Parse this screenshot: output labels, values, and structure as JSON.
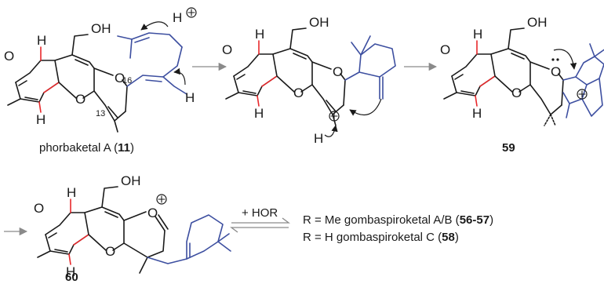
{
  "atoms": {
    "oh": "OH",
    "o": "O",
    "h": "H",
    "c16": "16",
    "c13": "13"
  },
  "labels": {
    "compound_11_name": "phorbaketal A (",
    "compound_11_num": "11",
    "compound_11_close": ")",
    "compound_59": "59",
    "compound_60": "60"
  },
  "reagent": "+ HOR",
  "products": {
    "line1_prefix": "R = Me gombaspiroketal A/B (",
    "line1_num": "56-57",
    "line1_close": ")",
    "line2_prefix": "R = H gombaspiroketal C (",
    "line2_num": "58",
    "line2_close": ")"
  },
  "colors": {
    "core": "#1a1a1a",
    "stereo": "#e8282b",
    "side_chain": "#3d4fa0",
    "arrow": "#8a8a8a"
  }
}
